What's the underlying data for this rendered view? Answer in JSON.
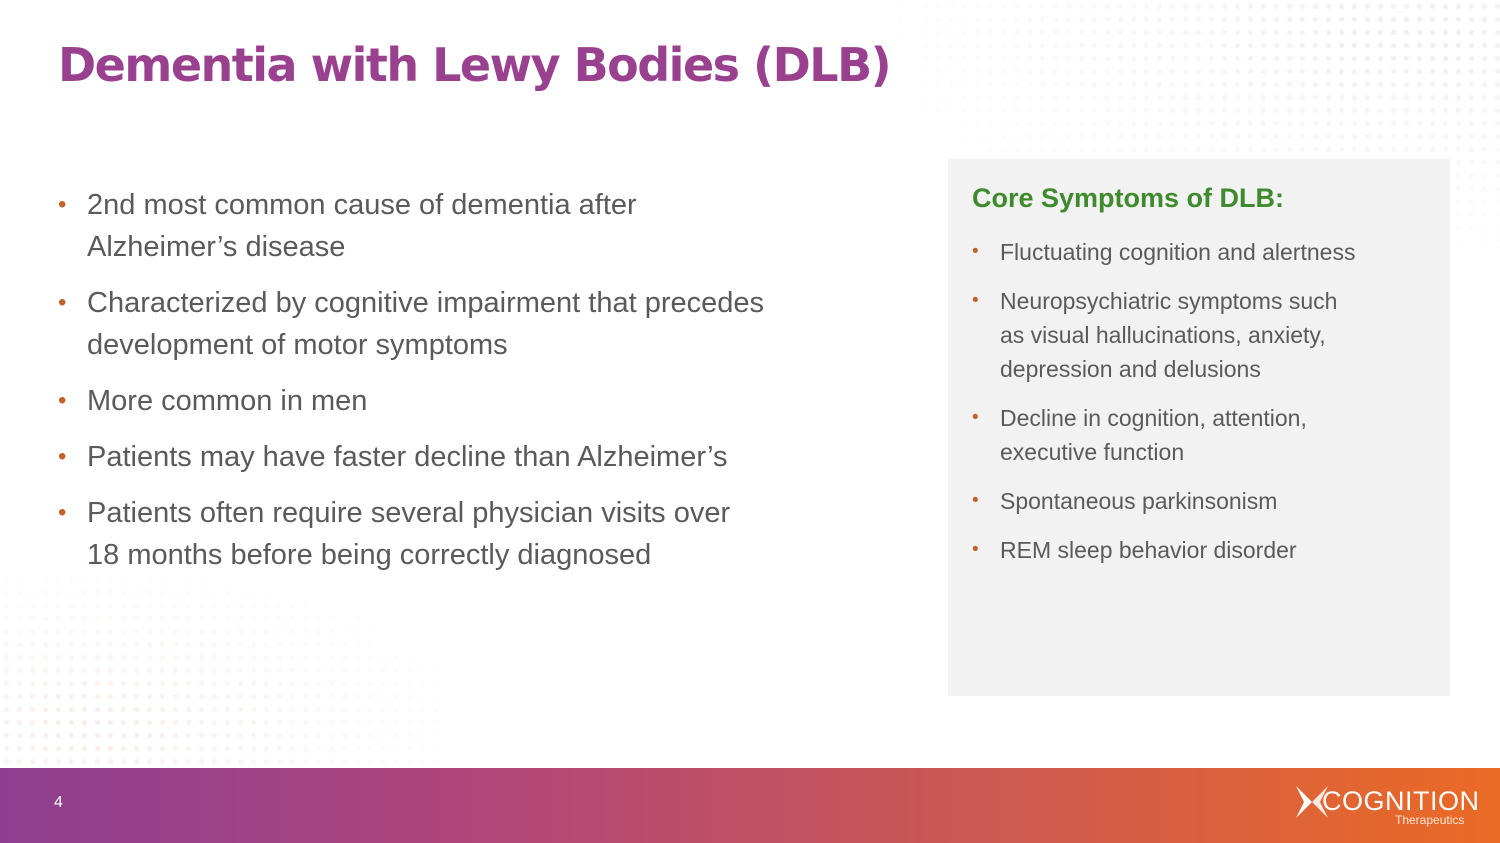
{
  "slide": {
    "title": "Dementia with Lewy Bodies (DLB)",
    "page_number": "4"
  },
  "main_points": [
    {
      "lines": [
        "2nd most common cause of dementia after",
        "Alzheimer’s disease"
      ]
    },
    {
      "lines": [
        "Characterized by cognitive impairment that precedes",
        "development of motor symptoms"
      ]
    },
    {
      "lines": [
        "More common in men"
      ]
    },
    {
      "lines": [
        "Patients may have faster decline than Alzheimer’s"
      ]
    },
    {
      "lines": [
        "Patients often require several physician visits over",
        "18 months before being correctly diagnosed"
      ]
    }
  ],
  "symptoms_panel": {
    "heading": "Core Symptoms of DLB:",
    "items": [
      {
        "lines": [
          "Fluctuating cognition and alertness"
        ]
      },
      {
        "lines": [
          "Neuropsychiatric symptoms such",
          "as visual hallucinations, anxiety,",
          "depression and delusions"
        ]
      },
      {
        "lines": [
          "Decline in cognition, attention,",
          "executive function"
        ]
      },
      {
        "lines": [
          "Spontaneous parkinsonism"
        ]
      },
      {
        "lines": [
          "REM sleep behavior disorder"
        ]
      }
    ]
  },
  "logo": {
    "name": "COGNITION",
    "subtitle": "Therapeutics"
  },
  "bullet_glyph": "•",
  "colors": {
    "title": "#99408f",
    "bullet": "#c0622a",
    "panel_heading": "#3e8a2c",
    "body_text": "#5a5a5a",
    "panel_background": "#f2f2f2",
    "footer_start": "#8e3e91",
    "footer_end": "#ea6a24"
  }
}
